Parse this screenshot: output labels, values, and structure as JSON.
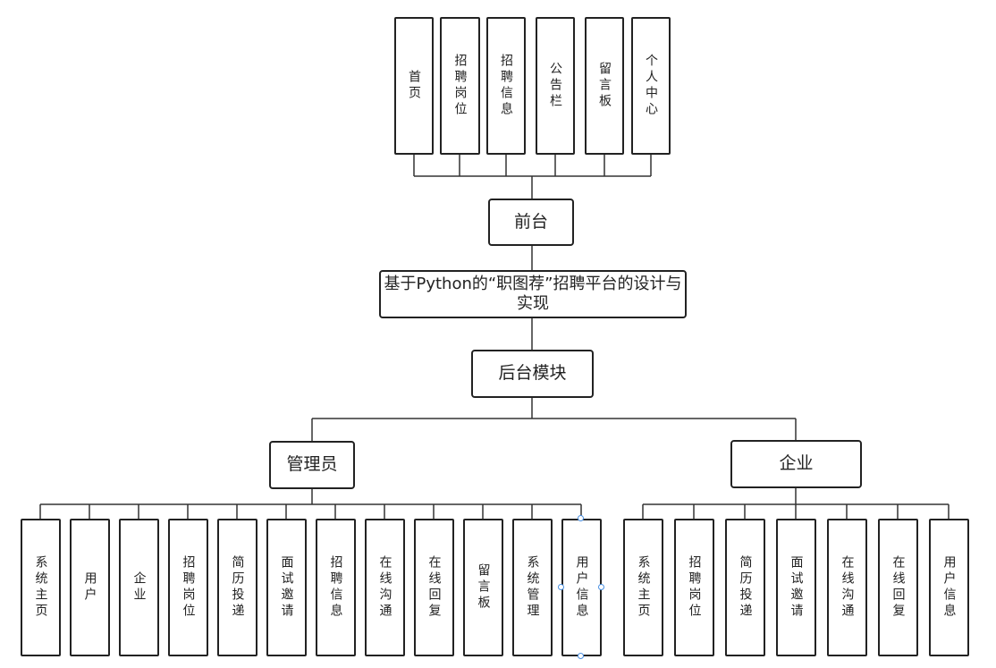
{
  "diagram": {
    "front_nodes": [
      "首页",
      "招聘岗位",
      "招聘信息",
      "公告栏",
      "留言板",
      "个人中心"
    ],
    "front_hub": "前台",
    "title": "基于Python的“职图荐”招聘平台的设计与实现",
    "backend_hub": "后台模块",
    "admin": {
      "label": "管理员",
      "children": [
        "系统主页",
        "用户",
        "企业",
        "招聘岗位",
        "简历投递",
        "面试邀请",
        "招聘信息",
        "在线沟通",
        "在线回复",
        "留言板",
        "系统管理",
        "用户信息"
      ]
    },
    "company": {
      "label": "企业",
      "children": [
        "系统主页",
        "招聘岗位",
        "简历投递",
        "面试邀请",
        "在线沟通",
        "在线回复",
        "用户信息"
      ]
    },
    "colors": {
      "stroke": "#222222",
      "selection_handle": "#4a90e2"
    }
  }
}
